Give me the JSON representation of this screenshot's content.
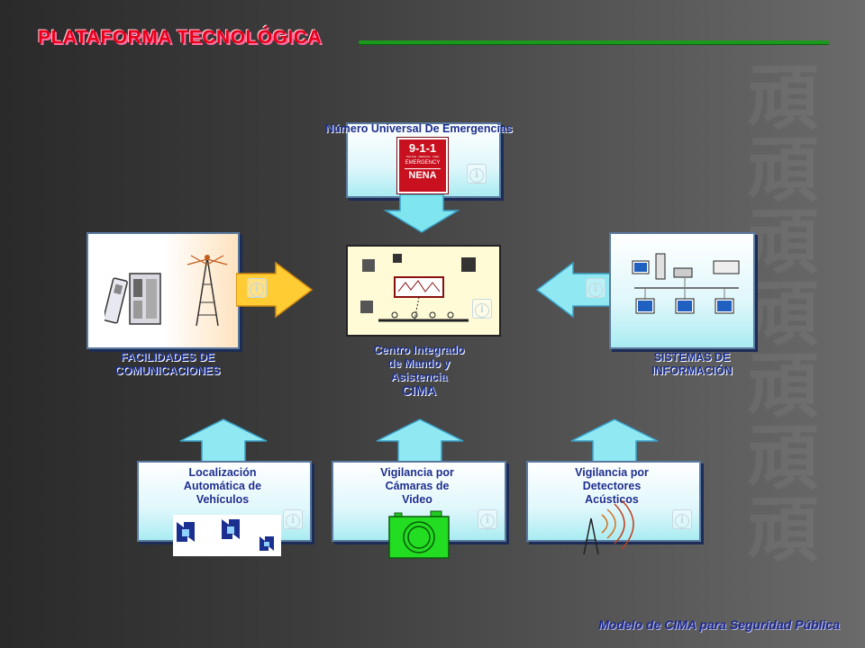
{
  "header": {
    "title": "PLATAFORMA TECNOLÓGICA",
    "accent_color": "#e8001a",
    "line_color": "#1a9a1a"
  },
  "nena": {
    "caption": "Número Universal De Emergencias",
    "logo_lines": [
      "9-1-1",
      "POLICE · MEDICAL · FIRE",
      "EMERGENCY",
      "NENA"
    ]
  },
  "comunicaciones": {
    "caption_lines": [
      "FACILIDADES DE",
      "COMUNICACIONES"
    ]
  },
  "cima": {
    "caption_lines": [
      "Centro Integrado",
      "de Mando y",
      "Asistencia"
    ],
    "acronym": "CIMA"
  },
  "sistemas": {
    "caption_lines": [
      "SISTEMAS  DE",
      "INFORMACIÓN"
    ]
  },
  "localizacion": {
    "caption_lines": [
      "Localización",
      "Automática de",
      "Vehículos"
    ]
  },
  "camaras": {
    "caption_lines": [
      "Vigilancia por",
      "Cámaras de",
      "Video"
    ]
  },
  "detectores": {
    "caption_lines": [
      "Vigilancia por",
      "Detectores",
      "Acústicos"
    ]
  },
  "footer": {
    "text": "Modelo de CIMA  para Seguridad Pública"
  },
  "icons": {
    "info": "info-icon",
    "arrow": "arrow-icon"
  }
}
